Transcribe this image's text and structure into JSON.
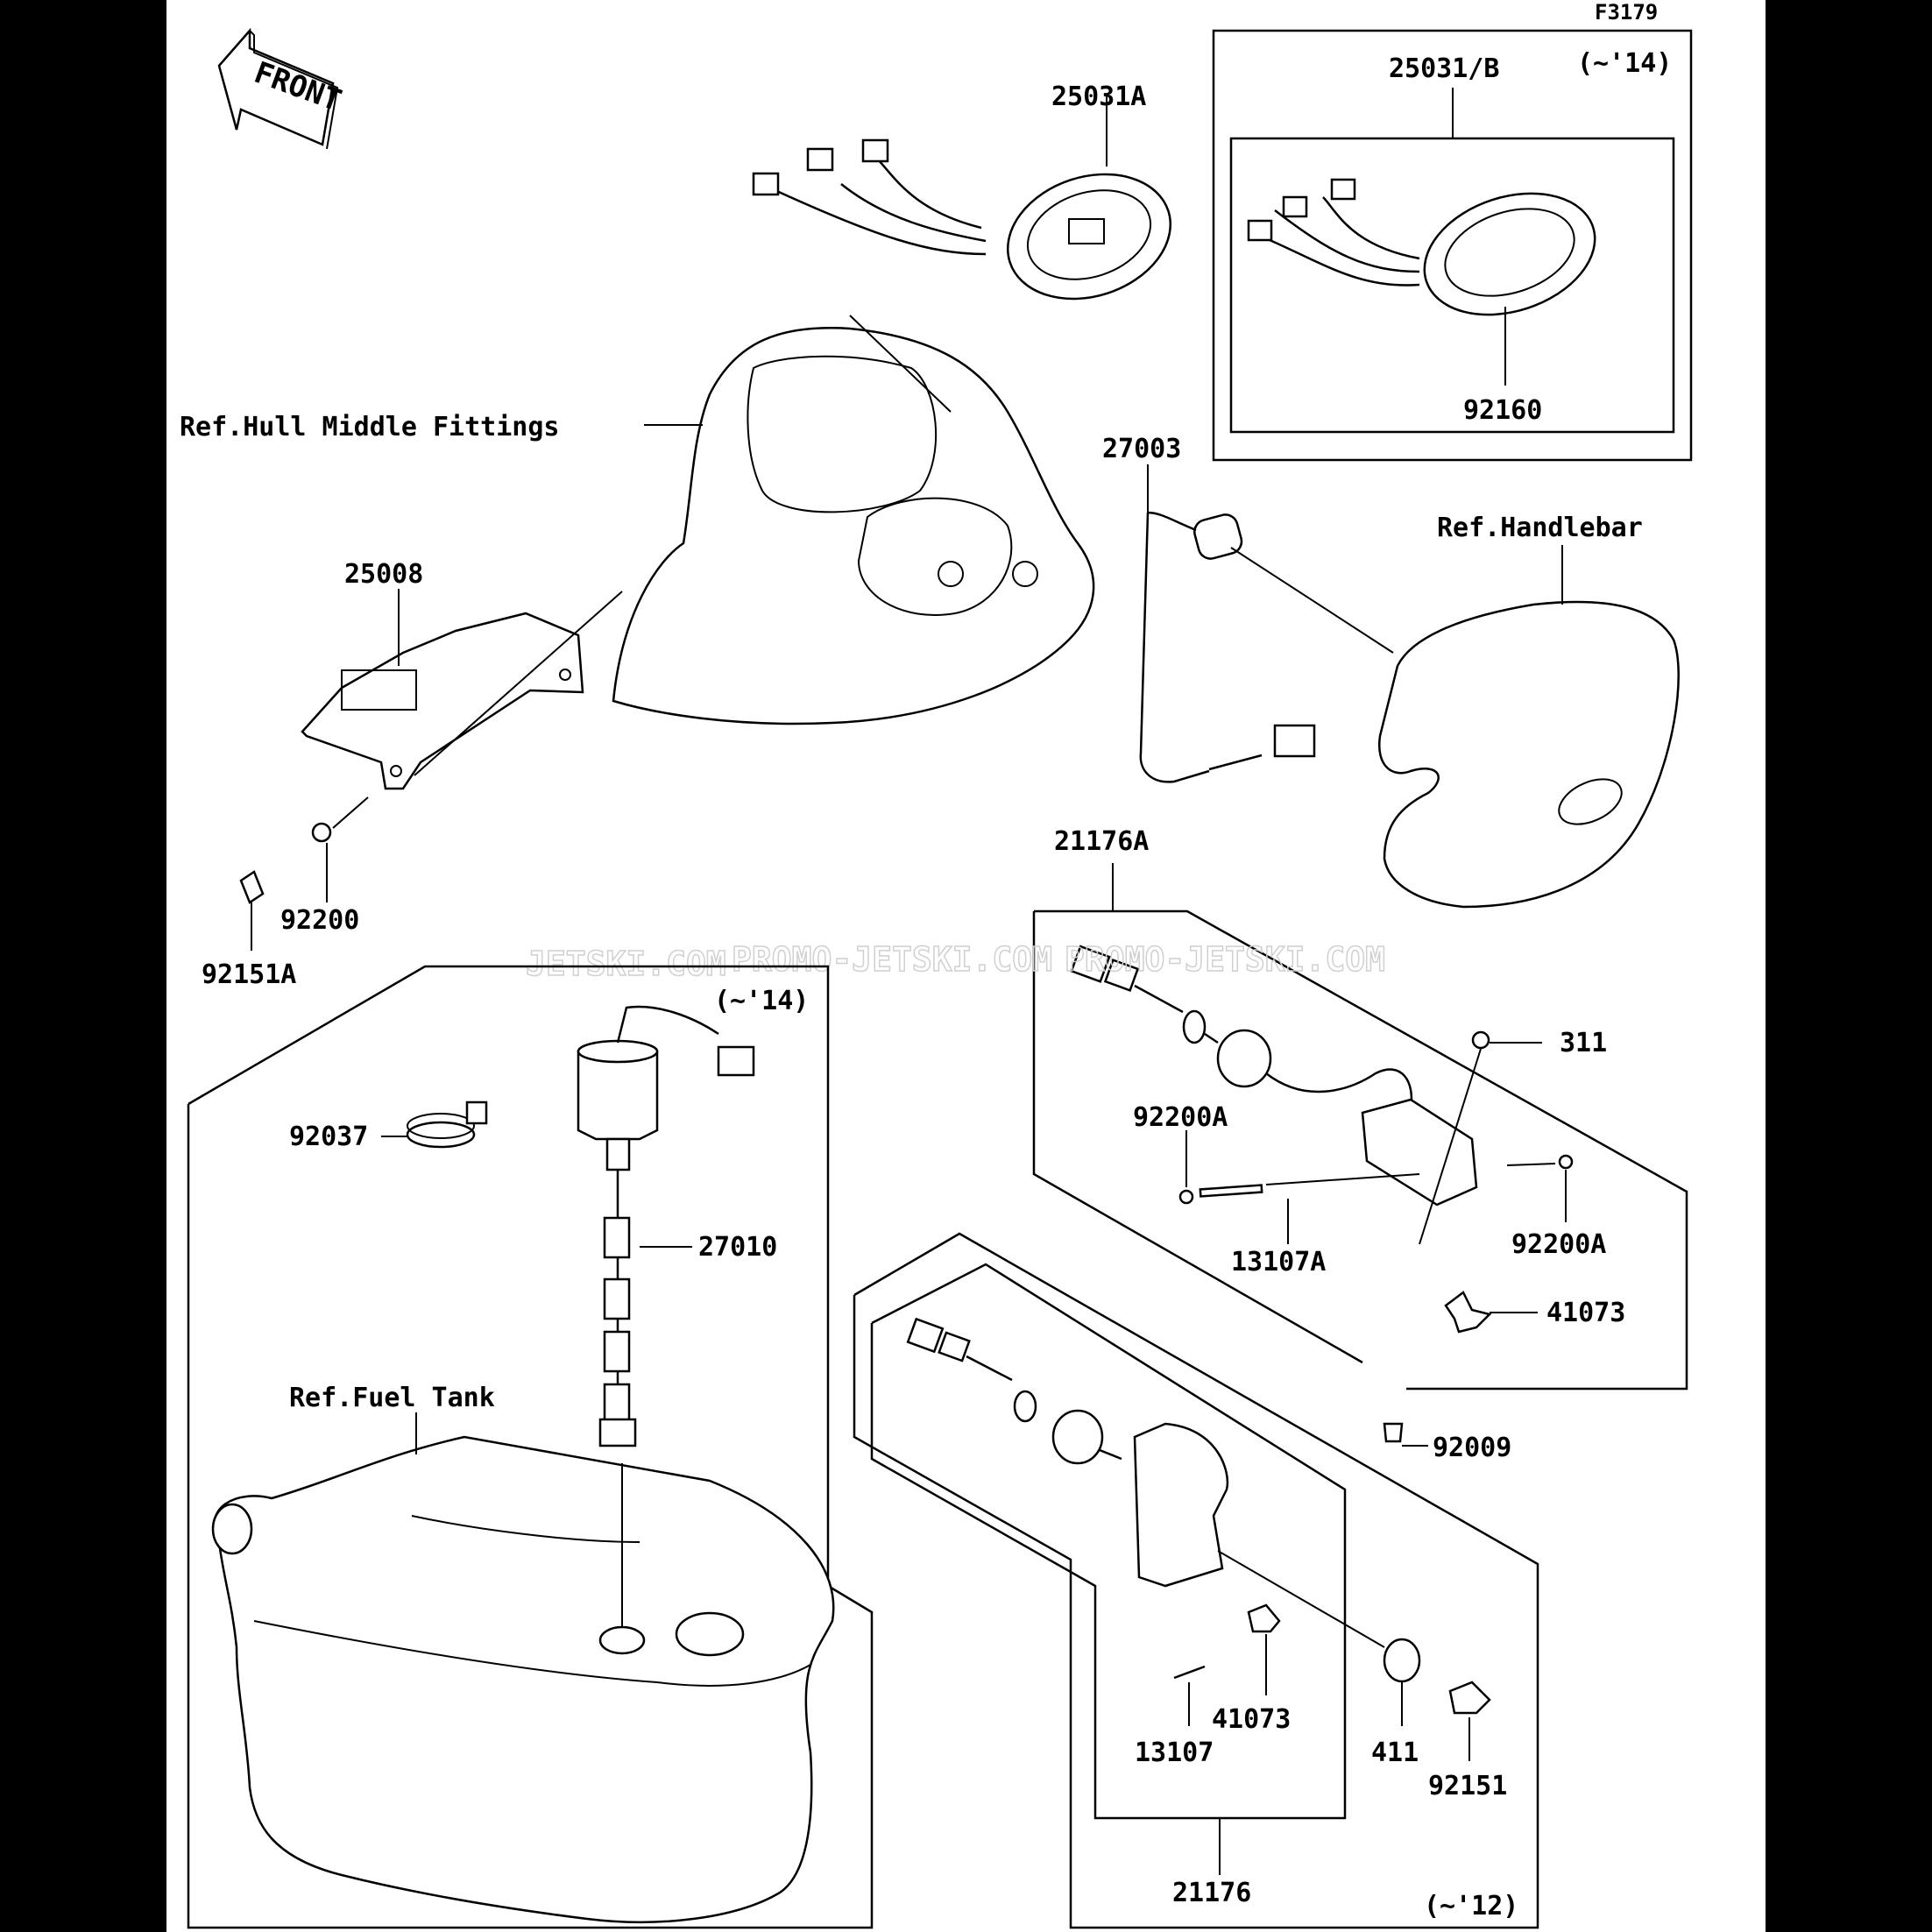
{
  "figure_code": "F3179",
  "front_label": "FRONT",
  "watermark": {
    "text_a": "JETSKI.COM",
    "text_b": "PROMO-JETSKI.COM",
    "text_c": "PROMO-JETSKI.COM"
  },
  "parts": {
    "p25031A": "25031A",
    "p25031B": "25031/B",
    "p92160": "92160",
    "p27003": "27003",
    "p25008": "25008",
    "p92200": "92200",
    "p92151A": "92151A",
    "p21176A": "21176A",
    "p311": "311",
    "p92200A_left": "92200A",
    "p92200A_right": "92200A",
    "p13107A": "13107A",
    "p41073_upper": "41073",
    "p92009": "92009",
    "p92037": "92037",
    "p27010": "27010",
    "p41073_lower": "41073",
    "p13107": "13107",
    "p411": "411",
    "p92151": "92151",
    "p21176": "21176"
  },
  "references": {
    "hull": "Ref.Hull Middle Fittings",
    "handlebar": "Ref.Handlebar",
    "fuel_tank": "Ref.Fuel Tank"
  },
  "notes": {
    "year14_top": "(~'14)",
    "year14_left": "(~'14)",
    "year12": "(~'12)"
  }
}
